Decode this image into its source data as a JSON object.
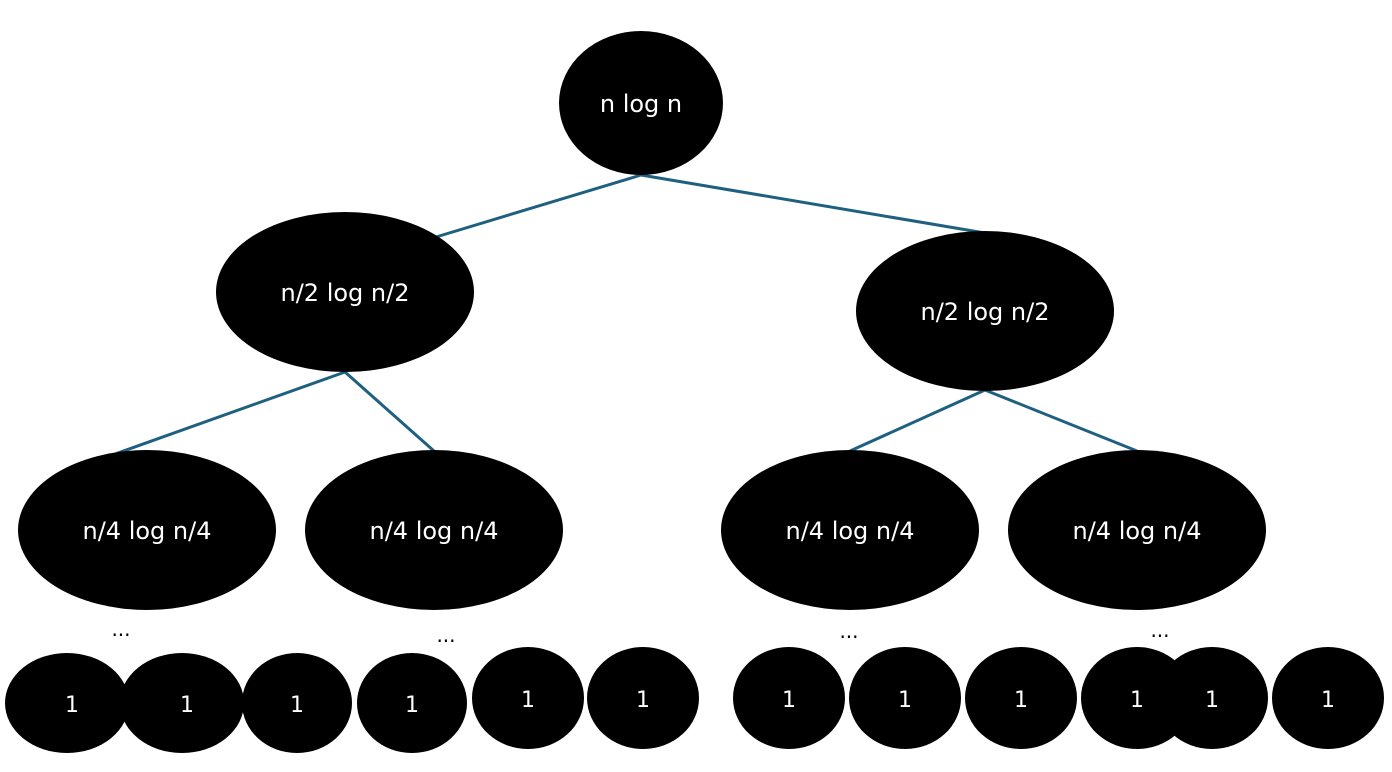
{
  "root": {
    "label": "n log n"
  },
  "level1": [
    {
      "label": "n/2 log n/2"
    },
    {
      "label": "n/2 log n/2"
    }
  ],
  "level2": [
    {
      "label": "n/4 log n/4"
    },
    {
      "label": "n/4 log n/4"
    },
    {
      "label": "n/4 log n/4"
    },
    {
      "label": "n/4 log n/4"
    }
  ],
  "ellipsis": [
    "...",
    "...",
    "...",
    "..."
  ],
  "leaves": [
    "1",
    "1",
    "1",
    "1",
    "1",
    "1",
    "1",
    "1",
    "1",
    "1",
    "1",
    "1"
  ],
  "colors": {
    "node_fill": "#000000",
    "node_text": "#ffffff",
    "edge": "#1f6080"
  }
}
